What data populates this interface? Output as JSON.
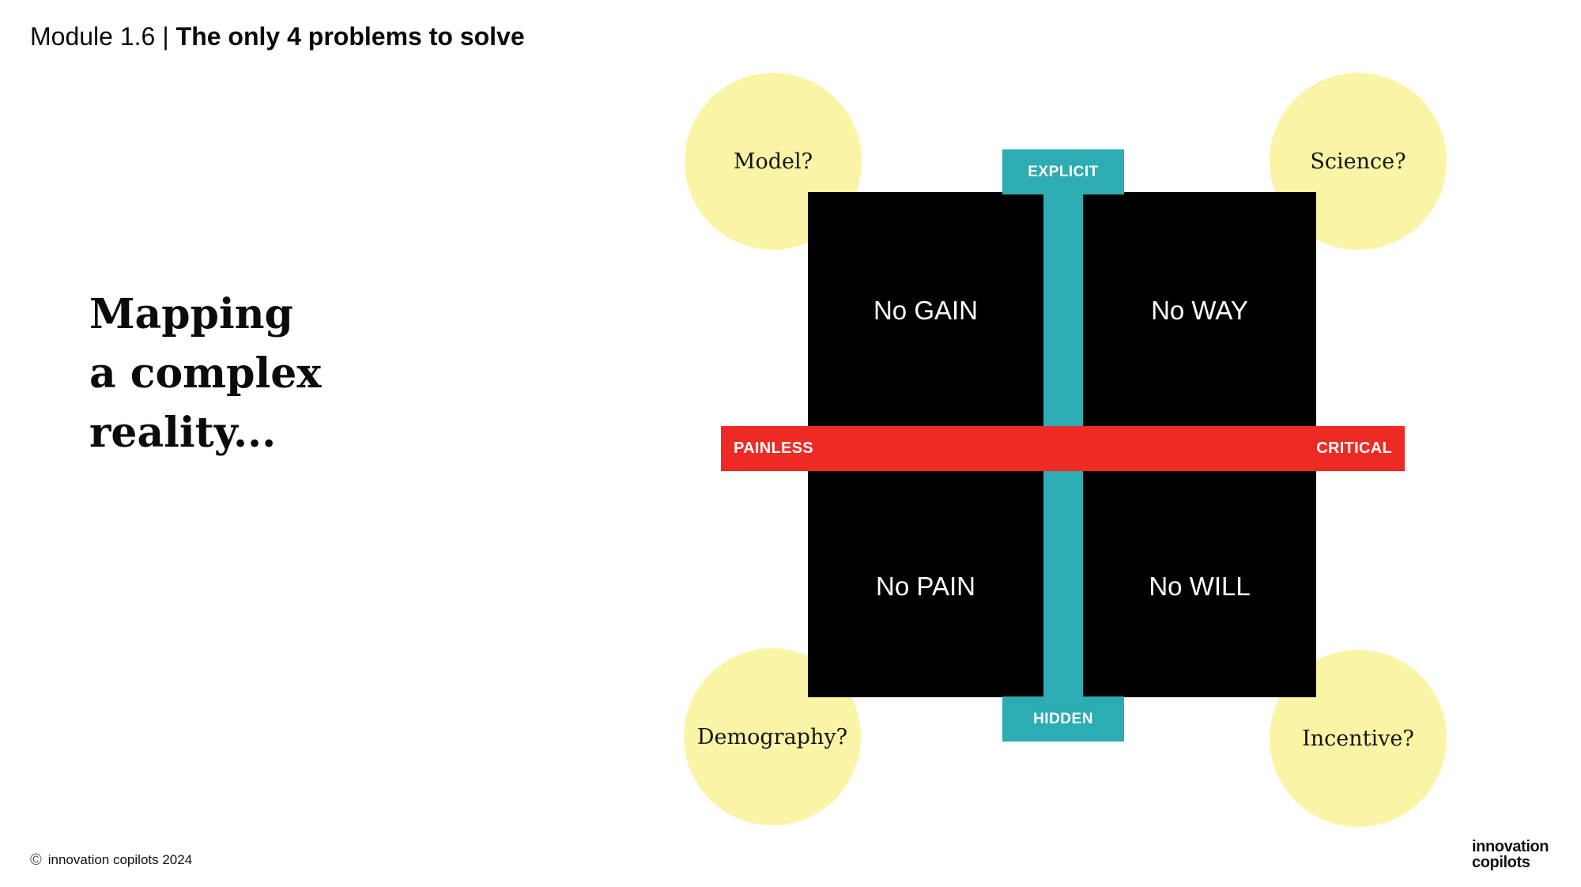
{
  "header": {
    "module_label": "Module 1.6",
    "separator": "|",
    "title": "The only 4 problems to solve"
  },
  "intro": {
    "text": "Mapping\na complex\nreality..."
  },
  "matrix": {
    "axes": {
      "vertical_top": "EXPLICIT",
      "vertical_bottom": "HIDDEN",
      "horizontal_left": "PAINLESS",
      "horizontal_right": "CRITICAL"
    },
    "quadrants": [
      {
        "position": "top-left",
        "label": "No GAIN"
      },
      {
        "position": "top-right",
        "label": "No WAY"
      },
      {
        "position": "bottom-left",
        "label": "No PAIN"
      },
      {
        "position": "bottom-right",
        "label": "No WILL"
      }
    ],
    "corner_hints": [
      {
        "position": "top-left",
        "label": "Model?"
      },
      {
        "position": "top-right",
        "label": "Science?"
      },
      {
        "position": "bottom-left",
        "label": "Demography?"
      },
      {
        "position": "bottom-right",
        "label": "Incentive?"
      }
    ],
    "colors": {
      "vertical_axis": "#2DACB4",
      "horizontal_axis": "#EE2A24",
      "quadrant_background": "#000000",
      "hint_circle": "#FAF5A6"
    }
  },
  "footer": {
    "copyright_symbol": "©",
    "copyright_text": "innovation copilots 2024",
    "logo_line1": "innovation",
    "logo_line2": "copilots"
  }
}
